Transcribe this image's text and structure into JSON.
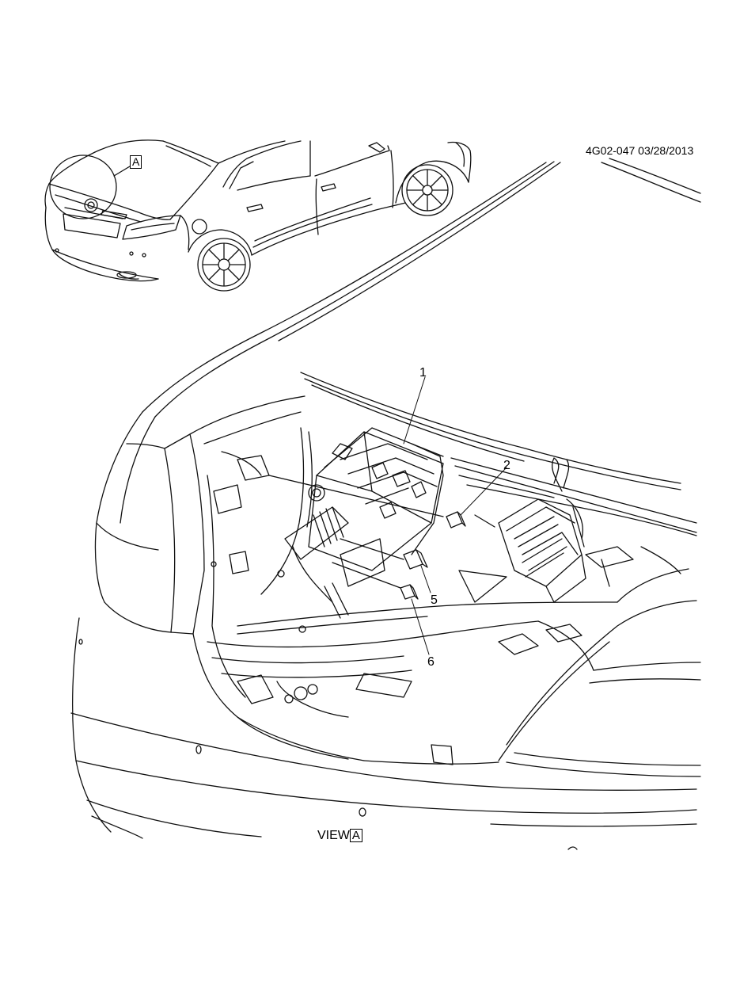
{
  "document_id": "4G02-047 03/28/2013",
  "view_marker": "A",
  "view_label_prefix": "VIEW",
  "view_label_box": "A",
  "callouts": [
    "1",
    "2",
    "5",
    "6"
  ]
}
